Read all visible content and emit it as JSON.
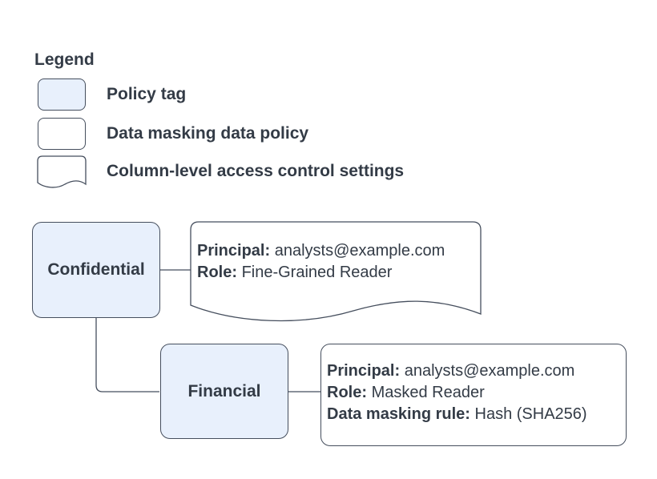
{
  "colors": {
    "background": "#ffffff",
    "node_fill": "#e8f0fc",
    "stroke_color": "#454e5d",
    "text_color": "#333b46"
  },
  "legend": {
    "title": "Legend",
    "items": [
      {
        "swatch": "policy-tag-swatch",
        "label": "Policy tag"
      },
      {
        "swatch": "data-masking-policy-swatch",
        "label": "Data masking data policy"
      },
      {
        "swatch": "column-access-settings-swatch",
        "label": "Column-level access control settings"
      }
    ]
  },
  "diagram": {
    "policy_tags": [
      {
        "label": "Confidential"
      },
      {
        "label": "Financial"
      }
    ],
    "access_control_note": {
      "principal_label": "Principal:",
      "principal_value": "analysts@example.com",
      "role_label": "Role:",
      "role_value": "Fine-Grained Reader"
    },
    "masking_policy_note": {
      "principal_label": "Principal:",
      "principal_value": "analysts@example.com",
      "role_label": "Role:",
      "role_value": "Masked Reader",
      "rule_label": "Data masking rule:",
      "rule_value": "Hash (SHA256)"
    }
  }
}
